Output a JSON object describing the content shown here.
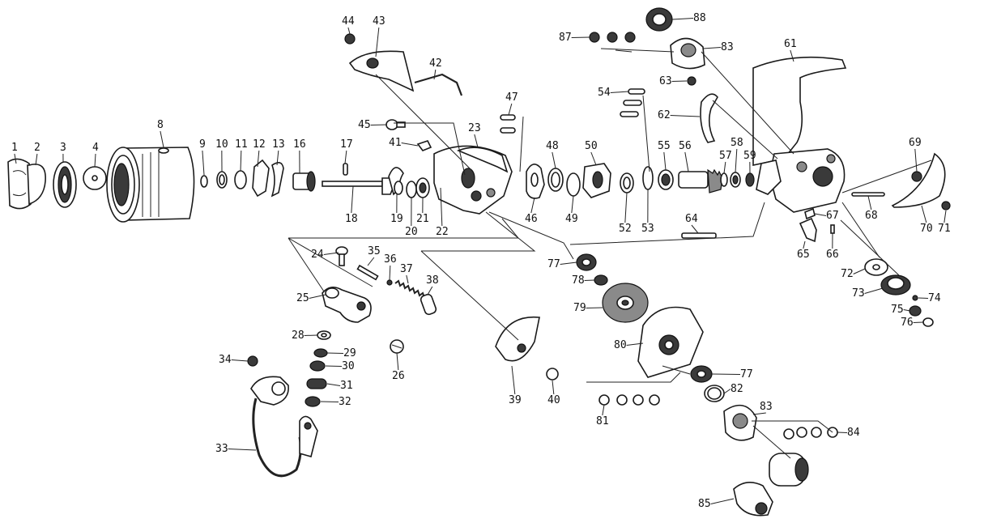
{
  "diagram": {
    "type": "exploded-parts-diagram",
    "parts": [
      {
        "id": "1",
        "label": "1",
        "icon": "bail-cap-icon"
      },
      {
        "id": "2",
        "label": "2",
        "icon": "spring-icon"
      },
      {
        "id": "3",
        "label": "3",
        "icon": "knob-icon"
      },
      {
        "id": "4",
        "label": "4",
        "icon": "washer-icon"
      },
      {
        "id": "8",
        "label": "8",
        "icon": "spool-icon"
      },
      {
        "id": "9",
        "label": "9",
        "icon": "washer-icon"
      },
      {
        "id": "10",
        "label": "10",
        "icon": "washer-icon"
      },
      {
        "id": "11",
        "label": "11",
        "icon": "washer-icon"
      },
      {
        "id": "12",
        "label": "12",
        "icon": "clip-icon"
      },
      {
        "id": "13",
        "label": "13",
        "icon": "clip-icon"
      },
      {
        "id": "16",
        "label": "16",
        "icon": "bushing-icon"
      },
      {
        "id": "17",
        "label": "17",
        "icon": "pin-icon"
      },
      {
        "id": "18",
        "label": "18",
        "icon": "shaft-icon"
      },
      {
        "id": "19",
        "label": "19",
        "icon": "clip-icon"
      },
      {
        "id": "20",
        "label": "20",
        "icon": "washer-icon"
      },
      {
        "id": "21",
        "label": "21",
        "icon": "bearing-icon"
      },
      {
        "id": "22",
        "label": "22",
        "icon": "bushing-icon"
      },
      {
        "id": "23",
        "label": "23",
        "icon": "rotor-icon"
      },
      {
        "id": "24",
        "label": "24",
        "icon": "screw-icon"
      },
      {
        "id": "25",
        "label": "25",
        "icon": "bail-arm-icon"
      },
      {
        "id": "26",
        "label": "26",
        "icon": "screw-icon"
      },
      {
        "id": "28",
        "label": "28",
        "icon": "washer-icon"
      },
      {
        "id": "29",
        "label": "29",
        "icon": "collar-icon"
      },
      {
        "id": "30",
        "label": "30",
        "icon": "collar-icon"
      },
      {
        "id": "31",
        "label": "31",
        "icon": "roller-icon"
      },
      {
        "id": "32",
        "label": "32",
        "icon": "collar-icon"
      },
      {
        "id": "33",
        "label": "33",
        "icon": "bail-wire-icon"
      },
      {
        "id": "34",
        "label": "34",
        "icon": "screw-icon"
      },
      {
        "id": "35",
        "label": "35",
        "icon": "pin-icon"
      },
      {
        "id": "36",
        "label": "36",
        "icon": "pin-icon"
      },
      {
        "id": "37",
        "label": "37",
        "icon": "spring-icon"
      },
      {
        "id": "38",
        "label": "38",
        "icon": "plunger-icon"
      },
      {
        "id": "39",
        "label": "39",
        "icon": "cover-icon"
      },
      {
        "id": "40",
        "label": "40",
        "icon": "screw-icon"
      },
      {
        "id": "41",
        "label": "41",
        "icon": "clip-icon"
      },
      {
        "id": "42",
        "label": "42",
        "icon": "wire-icon"
      },
      {
        "id": "43",
        "label": "43",
        "icon": "cover-icon"
      },
      {
        "id": "44",
        "label": "44",
        "icon": "screw-icon"
      },
      {
        "id": "45",
        "label": "45",
        "icon": "screw-icon"
      },
      {
        "id": "46",
        "label": "46",
        "icon": "plate-icon"
      },
      {
        "id": "47",
        "label": "47",
        "icon": "screw-icon"
      },
      {
        "id": "48",
        "label": "48",
        "icon": "clip-icon"
      },
      {
        "id": "49",
        "label": "49",
        "icon": "clip-icon"
      },
      {
        "id": "50",
        "label": "50",
        "icon": "nut-icon"
      },
      {
        "id": "52",
        "label": "52",
        "icon": "collar-icon"
      },
      {
        "id": "53",
        "label": "53",
        "icon": "clip-icon"
      },
      {
        "id": "54",
        "label": "54",
        "icon": "screw-icon"
      },
      {
        "id": "55",
        "label": "55",
        "icon": "bearing-icon"
      },
      {
        "id": "56",
        "label": "56",
        "icon": "pinion-gear-icon"
      },
      {
        "id": "57",
        "label": "57",
        "icon": "washer-icon"
      },
      {
        "id": "58",
        "label": "58",
        "icon": "bearing-icon"
      },
      {
        "id": "59",
        "label": "59",
        "icon": "collar-icon"
      },
      {
        "id": "61",
        "label": "61",
        "icon": "body-icon"
      },
      {
        "id": "62",
        "label": "62",
        "icon": "lever-icon"
      },
      {
        "id": "63",
        "label": "63",
        "icon": "screw-icon"
      },
      {
        "id": "64",
        "label": "64",
        "icon": "pin-icon"
      },
      {
        "id": "65",
        "label": "65",
        "icon": "stopper-icon"
      },
      {
        "id": "66",
        "label": "66",
        "icon": "pin-icon"
      },
      {
        "id": "67",
        "label": "67",
        "icon": "clip-icon"
      },
      {
        "id": "68",
        "label": "68",
        "icon": "pin-icon"
      },
      {
        "id": "69",
        "label": "69",
        "icon": "screw-icon"
      },
      {
        "id": "70",
        "label": "70",
        "icon": "cover-icon"
      },
      {
        "id": "71",
        "label": "71",
        "icon": "screw-icon"
      },
      {
        "id": "72",
        "label": "72",
        "icon": "washer-icon"
      },
      {
        "id": "73",
        "label": "73",
        "icon": "gear-icon"
      },
      {
        "id": "74",
        "label": "74",
        "icon": "pin-icon"
      },
      {
        "id": "75",
        "label": "75",
        "icon": "collar-icon"
      },
      {
        "id": "76",
        "label": "76",
        "icon": "screw-icon"
      },
      {
        "id": "77",
        "label": "77",
        "icon": "bearing-icon"
      },
      {
        "id": "78",
        "label": "78",
        "icon": "collar-icon"
      },
      {
        "id": "79",
        "label": "79",
        "icon": "drive-gear-icon"
      },
      {
        "id": "80",
        "label": "80",
        "icon": "side-plate-icon"
      },
      {
        "id": "81",
        "label": "81",
        "icon": "screw-icon"
      },
      {
        "id": "82",
        "label": "82",
        "icon": "ring-icon"
      },
      {
        "id": "83",
        "label": "83",
        "icon": "cap-icon"
      },
      {
        "id": "84",
        "label": "84",
        "icon": "screw-icon"
      },
      {
        "id": "85",
        "label": "85",
        "icon": "handle-icon"
      },
      {
        "id": "87",
        "label": "87",
        "icon": "screw-icon"
      },
      {
        "id": "88",
        "label": "88",
        "icon": "bearing-icon"
      }
    ]
  }
}
